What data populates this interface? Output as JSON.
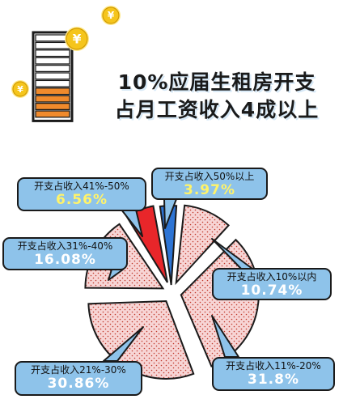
{
  "title": {
    "line1": "10%应届生租房开支",
    "line2": "占月工资收入4成以上"
  },
  "colors": {
    "slice_fill": "#f7d5d5",
    "slice_dots": "#c0392b",
    "red_slice": "#e8262a",
    "blue_slice": "#2d74d4",
    "callout_bg": "#8ec3ea",
    "bar_orange": "#f08a2c",
    "coin": "#f5c51c"
  },
  "decor": {
    "bar_total_segments": 11,
    "bar_filled_segments": 4,
    "coin_icon": "yen-coin-icon"
  },
  "chart_data": {
    "type": "pie",
    "categories": [
      "开支占收入10%以内",
      "开支占收入11%-20%",
      "开支占收入21%-30%",
      "开支占收入31%-40%",
      "开支占收入41%-50%",
      "开支占收入50%以上"
    ],
    "values": [
      10.74,
      31.8,
      30.86,
      16.08,
      6.56,
      3.97
    ],
    "labels": [
      {
        "text": "开支占收入10%以内",
        "pct": "10.74%"
      },
      {
        "text": "开支占收入11%-20%",
        "pct": "31.8%"
      },
      {
        "text": "开支占收入21%-30%",
        "pct": "30.86%"
      },
      {
        "text": "开支占收入31%-40%",
        "pct": "16.08%"
      },
      {
        "text": "开支占收入41%-50%",
        "pct": "6.56%"
      },
      {
        "text": "开支占收入50%以上",
        "pct": "3.97%"
      }
    ]
  }
}
